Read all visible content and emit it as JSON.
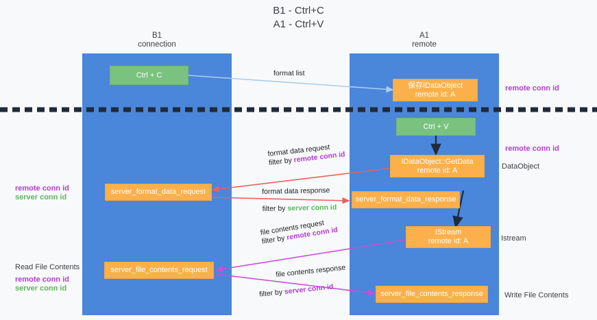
{
  "title": {
    "line1": "B1 - Ctrl+C",
    "line2": "A1 - Ctrl+V"
  },
  "columns": [
    {
      "name": "B1",
      "sub": "connection"
    },
    {
      "name": "A1",
      "sub": "remote"
    }
  ],
  "nodes": {
    "ctrl_c": {
      "label": "Ctrl + C"
    },
    "ctrl_v": {
      "label": "Ctrl + V"
    },
    "idataobject": {
      "line1": "保存IDataObject",
      "line2": "remote id: A"
    },
    "getdata": {
      "line1": "IDataObject::GetData",
      "line2": "remote id: A"
    },
    "istream": {
      "line1": "IStream",
      "line2": "remote id: A"
    },
    "fmt_req": {
      "label": "server_format_data_request"
    },
    "fmt_resp": {
      "label": "server_format_data_response"
    },
    "file_req": {
      "label": "server_file_contents_request"
    },
    "file_resp": {
      "label": "server_file_contents_response"
    }
  },
  "edges": {
    "format_list": {
      "label": "format list"
    },
    "fmt_data_request": {
      "line1": "format data request",
      "line2_pre": "filter by ",
      "line2_key": "remote conn id"
    },
    "fmt_data_response": {
      "line1": "format data response",
      "line2_pre": "filter by ",
      "line2_key": "server conn id"
    },
    "file_contents_req": {
      "line1": "file contents request",
      "line2_pre": "filter by ",
      "line2_key": "remote conn id"
    },
    "file_contents_resp": {
      "line1": "file contents response",
      "line2_pre": "filter by ",
      "line2_key": "server conn id"
    }
  },
  "annotations": {
    "left_mid_remote": "remote conn id",
    "left_mid_server": "server conn id",
    "left_read": "Read File Contents",
    "left_bot_remote": "remote conn id",
    "left_bot_server": "server conn id",
    "right_top_remote": "remote conn id",
    "right_mid_remote": "remote conn id",
    "right_dataobject": "DataObject",
    "right_istream": "Istream",
    "right_write": "Write File Contents"
  },
  "colors": {
    "lane": "#4a86da",
    "green_node": "#79c27f",
    "orange_node": "#fbb04c",
    "purple": "#b23ed0",
    "green_text": "#5cb85c",
    "arrow_blue": "#a8cdf0",
    "arrow_red": "#e8615e",
    "arrow_magenta": "#c850d8",
    "arrow_dark": "#202a3a",
    "background": "#f8f9fa"
  }
}
